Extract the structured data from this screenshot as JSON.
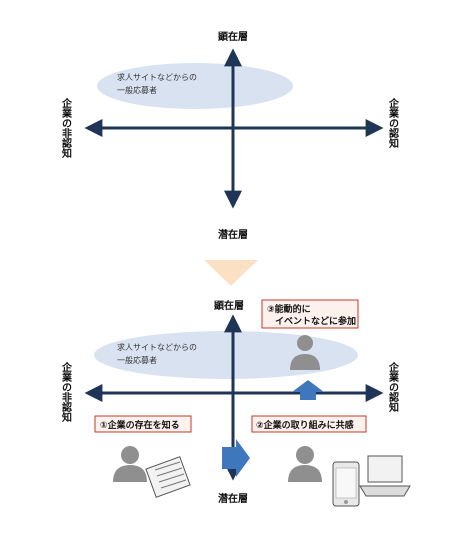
{
  "top_diagram": {
    "axis_top": "顕在層",
    "axis_bottom": "潜在層",
    "axis_left": "企業の非認知",
    "axis_right": "企業の認知",
    "ellipse_line1": "求人サイトなどからの",
    "ellipse_line2": "一般応募者"
  },
  "bottom_diagram": {
    "axis_top": "顕在層",
    "axis_bottom": "潜在層",
    "axis_left": "企業の非認知",
    "axis_right": "企業の認知",
    "ellipse_line1": "求人サイトなどからの",
    "ellipse_line2": "一般応募者",
    "step1": "①企業の存在を知る",
    "step2": "②企業の取り組みに共感",
    "step3_line1": "③能動的に",
    "step3_line2": "イベントなどに参加"
  },
  "colors": {
    "axis": "#1f3557",
    "ellipse": "#d9e2f1",
    "arrow_blue": "#3f77bd",
    "down_arrow": "#fbe0c3",
    "box_border": "#c0392b",
    "person": "#8f8f8f"
  }
}
